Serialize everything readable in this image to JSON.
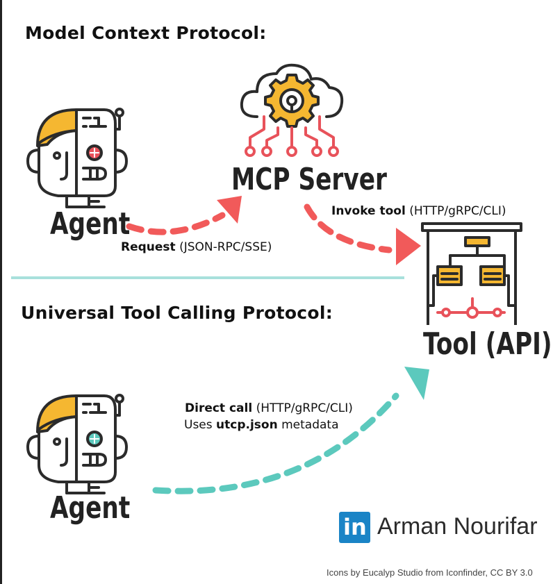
{
  "mcp": {
    "heading": "Model Context Protocol:",
    "agent_label": "Agent",
    "server_label": "MCP Server",
    "request_bold": "Request",
    "request_detail": "(JSON-RPC/SSE)",
    "invoke_bold": "Invoke tool",
    "invoke_detail": "(HTTP/gRPC/CLI)"
  },
  "tool_label": "Tool (API)",
  "utcp": {
    "heading": "Universal Tool Calling Protocol:",
    "agent_label": "Agent",
    "direct_bold": "Direct call",
    "direct_detail": "(HTTP/gRPC/CLI)",
    "uses_prefix": "Uses",
    "uses_bold": "utcp.json",
    "uses_suffix": "metadata"
  },
  "author": {
    "logo_text": "in",
    "name": "Arman Nourifar"
  },
  "credit": "Icons by Eucalyp Studio from Iconfinder, CC BY 3.0",
  "colors": {
    "outline": "#2b2b2b",
    "skin_hair": "#f5b731",
    "red_arrow": "#f15a5a",
    "teal_arrow": "#5cc9bd",
    "divider": "#a8e0dc",
    "linkedin_blue": "#1a84c6",
    "mcp_eye": "#e8525a",
    "utcp_eye": "#5cc9bd"
  },
  "icons": {
    "agent": "robot-human-head-icon",
    "server": "cloud-gear-server-icon",
    "tool": "api-flowchart-board-icon",
    "linkedin": "linkedin-logo-icon"
  }
}
